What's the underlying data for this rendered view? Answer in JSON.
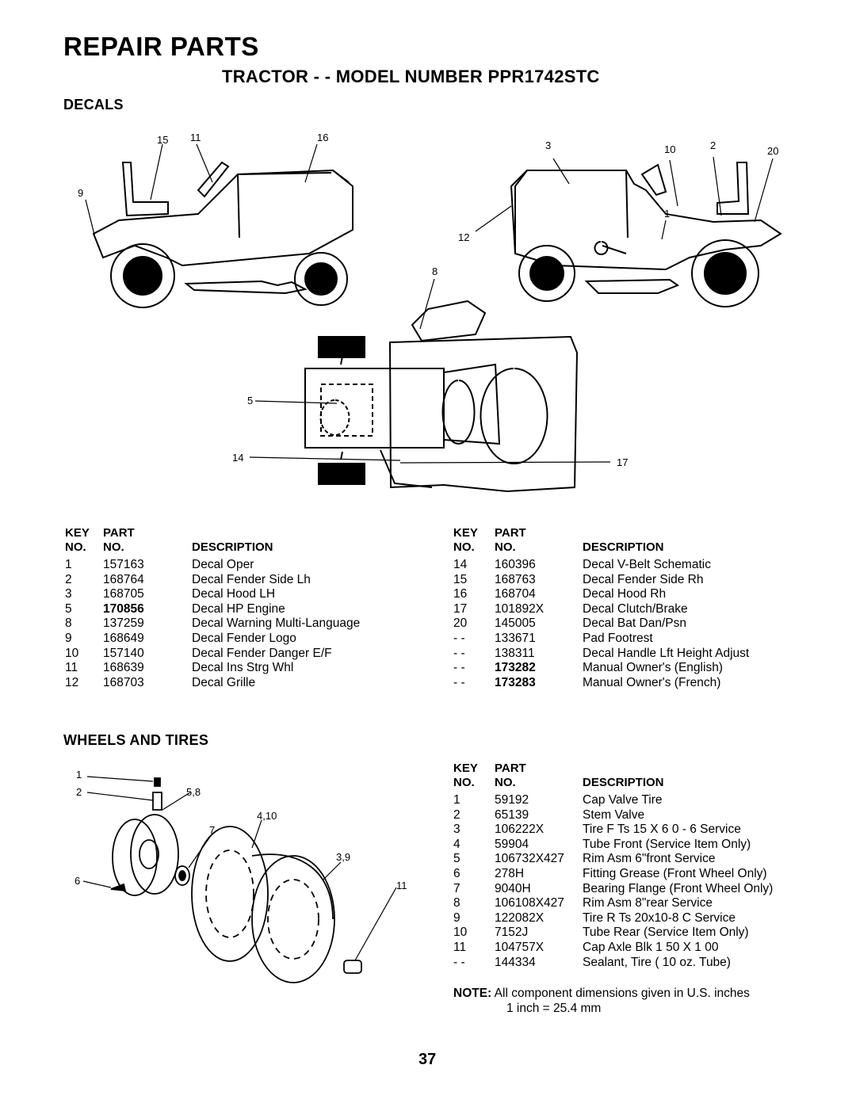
{
  "page": {
    "title": "REPAIR PARTS",
    "subtitle": "TRACTOR - - MODEL NUMBER PPR1742STC",
    "page_number": "37"
  },
  "decals": {
    "heading": "DECALS",
    "callouts": {
      "c15": "15",
      "c11": "11",
      "c16": "16",
      "c9": "9",
      "c3": "3",
      "c10": "10",
      "c2": "2",
      "c20": "20",
      "c1": "1",
      "c12": "12",
      "c8": "8",
      "c5": "5",
      "c14": "14",
      "c17": "17"
    },
    "header": {
      "key": "KEY",
      "part": "PART",
      "no1": "NO.",
      "no2": "NO.",
      "desc": "DESCRIPTION"
    },
    "left_rows": [
      {
        "key": "1",
        "part": "157163",
        "desc": "Decal Oper"
      },
      {
        "key": "2",
        "part": "168764",
        "desc": "Decal Fender Side Lh"
      },
      {
        "key": "3",
        "part": "168705",
        "desc": "Decal Hood LH"
      },
      {
        "key": "5",
        "part": "170856",
        "desc": "Decal HP Engine"
      },
      {
        "key": "8",
        "part": "137259",
        "desc": "Decal Warning Multi-Language"
      },
      {
        "key": "9",
        "part": "168649",
        "desc": "Decal Fender Logo"
      },
      {
        "key": "10",
        "part": "157140",
        "desc": "Decal Fender Danger E/F"
      },
      {
        "key": "11",
        "part": "168639",
        "desc": "Decal Ins Strg Whl"
      },
      {
        "key": "12",
        "part": "168703",
        "desc": "Decal Grille"
      }
    ],
    "right_rows": [
      {
        "key": "14",
        "part": "160396",
        "desc": "Decal V-Belt  Schematic"
      },
      {
        "key": "15",
        "part": "168763",
        "desc": "Decal Fender Side Rh"
      },
      {
        "key": "16",
        "part": "168704",
        "desc": "Decal Hood Rh"
      },
      {
        "key": "17",
        "part": "101892X",
        "desc": "Decal Clutch/Brake"
      },
      {
        "key": "20",
        "part": "145005",
        "desc": "Decal Bat Dan/Psn"
      },
      {
        "key": "- -",
        "part": "133671",
        "desc": "Pad Footrest"
      },
      {
        "key": "- -",
        "part": "138311",
        "desc": "Decal Handle Lft Height Adjust"
      },
      {
        "key": "- -",
        "part": "173282",
        "desc": "Manual Owner's (English)"
      },
      {
        "key": "- -",
        "part": "173283",
        "desc": "Manual Owner's (French)"
      }
    ]
  },
  "wheels": {
    "heading": "WHEELS AND TIRES",
    "callouts": {
      "c1": "1",
      "c2": "2",
      "c58": "5,8",
      "c410": "4,10",
      "c7": "7",
      "c39": "3,9",
      "c6": "6",
      "c11": "11"
    },
    "header": {
      "key": "KEY",
      "part": "PART",
      "no1": "NO.",
      "no2": "NO.",
      "desc": "DESCRIPTION"
    },
    "rows": [
      {
        "key": "1",
        "part": "59192",
        "desc": "Cap Valve Tire"
      },
      {
        "key": "2",
        "part": "65139",
        "desc": "Stem Valve"
      },
      {
        "key": "3",
        "part": "106222X",
        "desc": "Tire F Ts 15 X 6 0 - 6 Service"
      },
      {
        "key": "4",
        "part": "59904",
        "desc": "Tube Front (Service Item Only)"
      },
      {
        "key": "5",
        "part": "106732X427",
        "desc": "Rim Asm 6\"front Service"
      },
      {
        "key": "6",
        "part": "278H",
        "desc": "Fitting Grease (Front Wheel Only)"
      },
      {
        "key": "7",
        "part": "9040H",
        "desc": "Bearing Flange (Front Wheel Only)"
      },
      {
        "key": "8",
        "part": "106108X427",
        "desc": "Rim Asm 8\"rear Service"
      },
      {
        "key": "9",
        "part": "122082X",
        "desc": "Tire R Ts 20x10-8 C Service"
      },
      {
        "key": "10",
        "part": "7152J",
        "desc": "Tube Rear (Service Item Only)"
      },
      {
        "key": "11",
        "part": "104757X",
        "desc": "Cap Axle Blk 1 50 X 1 00"
      },
      {
        "key": "- -",
        "part": "144334",
        "desc": "Sealant, Tire ( 10 oz. Tube)"
      }
    ],
    "note_label": "NOTE:",
    "note_line1": "All component dimensions given in U.S. inches",
    "note_line2": "1 inch = 25.4 mm"
  }
}
